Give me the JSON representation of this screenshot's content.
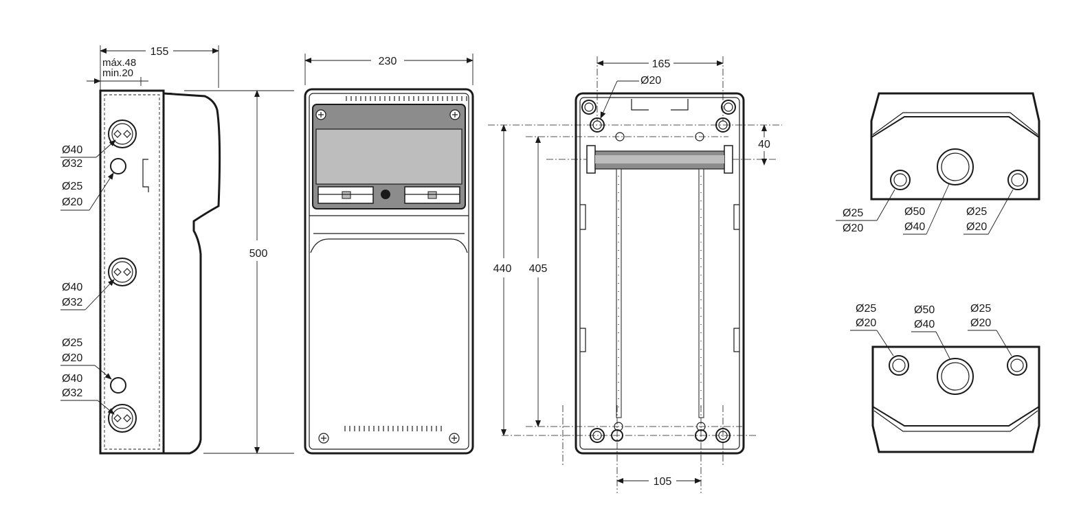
{
  "side_view": {
    "depth": "155",
    "max": "máx.48",
    "min": "min.20",
    "height": "500",
    "knockout_1a": "Ø40",
    "knockout_1b": "Ø32",
    "knockout_2a": "Ø25",
    "knockout_2b": "Ø20",
    "knockout_3a": "Ø40",
    "knockout_3b": "Ø32",
    "knockout_4a": "Ø25",
    "knockout_4b": "Ø20",
    "knockout_5a": "Ø40",
    "knockout_5b": "Ø32"
  },
  "front_view": {
    "width": "230"
  },
  "back_view": {
    "hole_spacing": "165",
    "hole_diameter": "Ø20",
    "rail_pitch": "40",
    "height_outer": "440",
    "height_inner": "405",
    "bottom_spacing": "105"
  },
  "top_view": {
    "left_a": "Ø25",
    "left_b": "Ø20",
    "center_a": "Ø50",
    "center_b": "Ø40",
    "right_a": "Ø25",
    "right_b": "Ø20"
  },
  "bottom_view": {
    "left_a": "Ø25",
    "left_b": "Ø20",
    "center_a": "Ø50",
    "center_b": "Ø40",
    "right_a": "Ø25",
    "right_b": "Ø20"
  },
  "colors": {
    "line": "#1a1a1a",
    "panel": "#bdbdbd",
    "panel_dark": "#8c8c8c"
  }
}
